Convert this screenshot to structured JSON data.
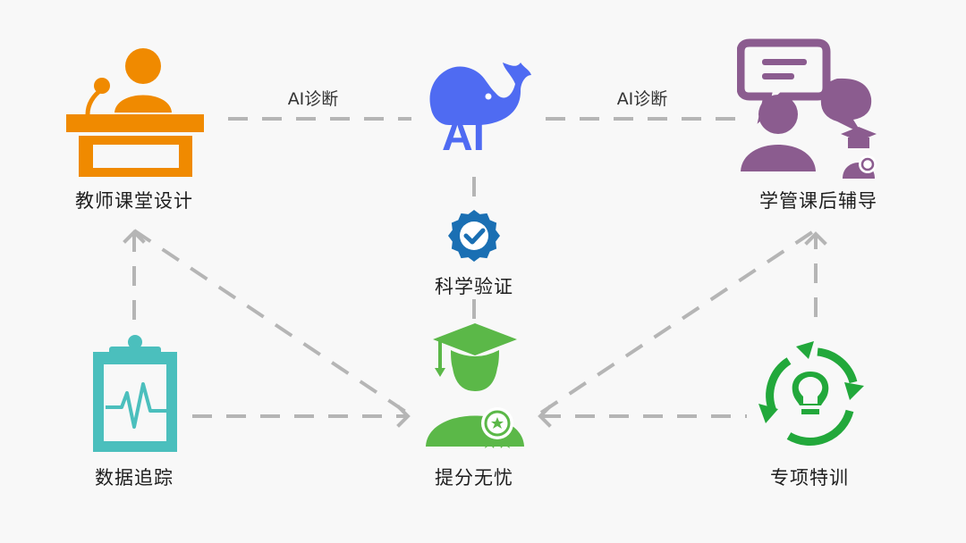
{
  "colors": {
    "teacher": "#F08A00",
    "ai": "#4F6BF2",
    "tutor": "#8B5C8F",
    "verify": "#1A6FB3",
    "student": "#5BB848",
    "data": "#4BBFBD",
    "training": "#22A83B",
    "connector": "#b5b5b5"
  },
  "nodes": {
    "teacher": {
      "label": "教师课堂设计",
      "icon": "teacher-podium-icon"
    },
    "ai": {
      "label": "AI",
      "icon": "whale-ai-icon"
    },
    "tutor": {
      "label": "学管课后辅导",
      "icon": "tutor-chat-icon"
    },
    "verify": {
      "label": "科学验证",
      "icon": "verified-badge-icon"
    },
    "data": {
      "label": "数据追踪",
      "icon": "clipboard-pulse-icon"
    },
    "student": {
      "label": "提分无忧",
      "icon": "graduate-student-icon"
    },
    "training": {
      "label": "专项特训",
      "icon": "cycle-bulb-icon"
    }
  },
  "edges": {
    "teacher_ai": "AI诊断",
    "ai_tutor": "AI诊断"
  }
}
